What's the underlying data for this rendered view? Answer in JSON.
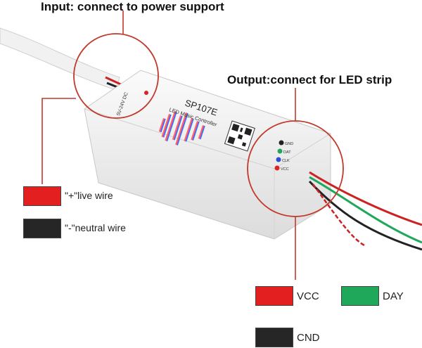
{
  "titles": {
    "input": "Input: connect to power support",
    "output": "Output:connect for LED strip"
  },
  "device": {
    "model": "SP107E",
    "subtitle": "LED Music Controller",
    "input_spec": "5V-24V DC",
    "pins": [
      "GND",
      "DAT",
      "CLK",
      "VCC"
    ]
  },
  "input_legend": [
    {
      "label": "\"+\"live wire",
      "color": "#e41f1f"
    },
    {
      "label": "\"-\"neutral wire",
      "color": "#262626"
    }
  ],
  "output_legend": [
    {
      "label": "VCC",
      "color": "#e41f1f"
    },
    {
      "label": "DAY",
      "color": "#1fa85a"
    },
    {
      "label": "CND",
      "color": "#262626"
    }
  ],
  "colors": {
    "callout": "#c0392b",
    "body": "#f4f4f4"
  }
}
